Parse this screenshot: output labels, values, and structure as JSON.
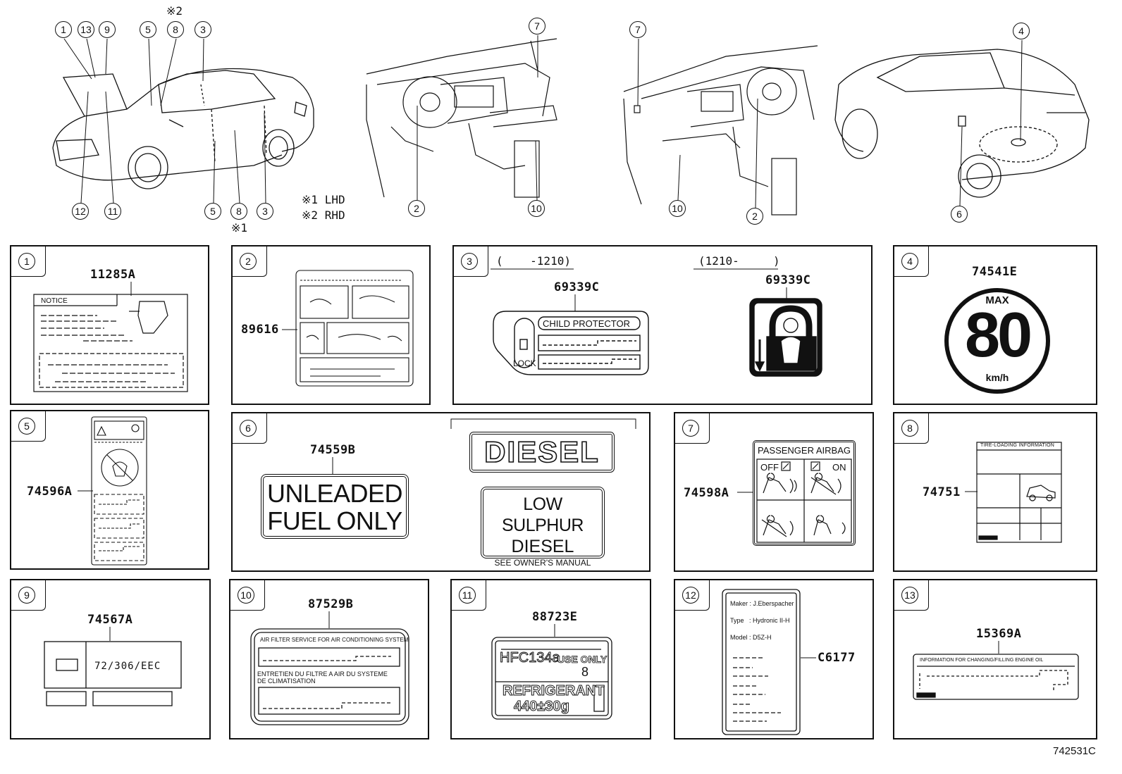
{
  "diagram_id": "742531C",
  "overview": {
    "callouts_front": [
      "1",
      "13",
      "9",
      "5",
      "8",
      "3",
      "12",
      "11",
      "5",
      "8",
      "3"
    ],
    "mark_rhd": "※2",
    "mark_lhd": "※1",
    "legend": [
      {
        "mark": "※1",
        "text": "LHD"
      },
      {
        "mark": "※2",
        "text": "RHD"
      }
    ],
    "callouts_lhd_dash": [
      "7",
      "2",
      "10"
    ],
    "callouts_rhd_dash": [
      "7",
      "10",
      "2"
    ],
    "callouts_rear": [
      "4",
      "6"
    ]
  },
  "panels": [
    {
      "num": "1",
      "part": "11285A",
      "label_text": "NOTICE"
    },
    {
      "num": "2",
      "part": "89616"
    },
    {
      "num": "3",
      "range_a": "(    -1210)",
      "range_b": "(1210-     )",
      "part_a": "69339C",
      "part_b": "69339C",
      "label_text": "CHILD PROTECTOR",
      "lock_text": "LOCK"
    },
    {
      "num": "4",
      "part": "74541E",
      "max_text": "MAX",
      "speed": "80",
      "unit": "km/h"
    },
    {
      "num": "5",
      "part": "74596A"
    },
    {
      "num": "6",
      "part": "74559B",
      "unleaded_1": "UNLEADED",
      "unleaded_2": "FUEL ONLY",
      "diesel": "DIESEL",
      "low_1": "LOW SULPHUR",
      "low_2": "DIESEL",
      "low_3": "SEE OWNER'S MANUAL"
    },
    {
      "num": "7",
      "part": "74598A",
      "title": "PASSENGER AIRBAG",
      "off": "OFF",
      "on": "ON"
    },
    {
      "num": "8",
      "part": "74751",
      "header": "TIRE-LOADING INFORMATION"
    },
    {
      "num": "9",
      "part": "74567A",
      "code": "72/306/EEC"
    },
    {
      "num": "10",
      "part": "87529B",
      "line_en": "AIR FILTER SERVICE FOR AIR CONDITIONING SYSTEM",
      "line_fr1": "ENTRETIEN DU FILTRE A AIR DU SYSTEME",
      "line_fr2": "DE CLIMATISATION"
    },
    {
      "num": "11",
      "part": "88723E",
      "hfc": "HFC134a",
      "use_only": "USE ONLY",
      "num8": "8",
      "refrig": "REFRIGERANT",
      "amount": "440±30g"
    },
    {
      "num": "12",
      "part": "C6177",
      "maker": "Maker : J.Eberspacher",
      "type": "Type   : Hydronic II-H",
      "model": "Model : D5Z-H"
    },
    {
      "num": "13",
      "part": "15369A",
      "header": "INFORMATION FOR CHANGING/FILLING ENGINE OIL"
    }
  ]
}
